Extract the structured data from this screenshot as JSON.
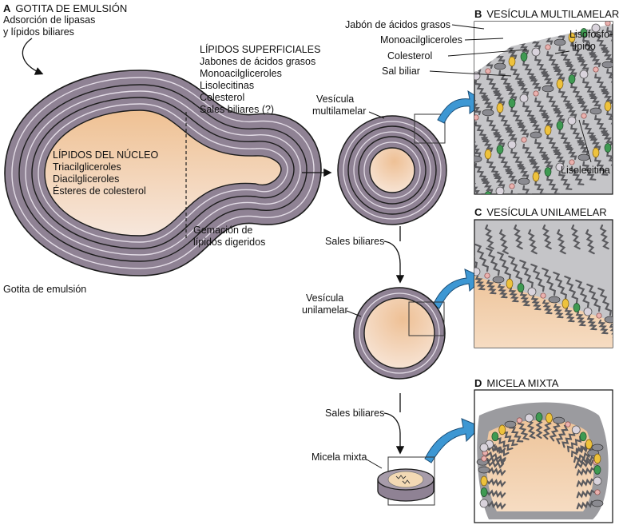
{
  "panel_a": {
    "letter": "A",
    "title": "GOTITA DE EMULSIÓN",
    "adsorption_line1": "Adsorción de lipasas",
    "adsorption_line2": "y lípidos biliares",
    "surface_title": "LÍPIDOS SUPERFICIALES",
    "surface_items": [
      "Jabones de ácidos grasos",
      "Monoacilgliceroles",
      "Lisolecitinas",
      "Colesterol",
      "Sales biliares (?)"
    ],
    "core_title": "LÍPIDOS DEL NÚCLEO",
    "core_items": [
      "Triacilgliceroles",
      "Diacilgliceroles",
      "Ésteres de colesterol"
    ],
    "budding_line1": "Gemación de",
    "budding_line2": "lípidos digeridos",
    "droplet_label": "Gotita de emulsión"
  },
  "middle": {
    "multilamellar_line1": "Vesícula",
    "multilamellar_line2": "multilamelar",
    "bile_salts_1": "Sales biliares",
    "unilamellar_line1": "Vesícula",
    "unilamellar_line2": "unilamelar",
    "bile_salts_2": "Sales biliares",
    "mixed_micelle": "Micela mixta"
  },
  "panel_b": {
    "letter": "B",
    "title": "VESÍCULA MULTILAMELAR",
    "label_soaps": "Jabón de ácidos grasos",
    "label_mono": "Monoacilgliceroles",
    "label_chol": "Colesterol",
    "label_bile": "Sal biliar",
    "label_lyso1": "Lisofosfo-",
    "label_lyso2": "lípido",
    "label_lysolecithin": "Lisolecitina"
  },
  "panel_c": {
    "letter": "C",
    "title": "VESÍCULA UNILAMELAR"
  },
  "panel_d": {
    "letter": "D",
    "title": "MICELA MIXTA"
  },
  "colors": {
    "membrane": "#8f8294",
    "membrane_line": "#1c1c1c",
    "core_fill": "#f1c597",
    "background_gray": "#c5c5c8",
    "arrow_blue": "#3d97d3",
    "bile_salt_green": "#3f9a52",
    "cholesterol_yellow": "#eec23c",
    "head_pink": "#eab1ae"
  }
}
